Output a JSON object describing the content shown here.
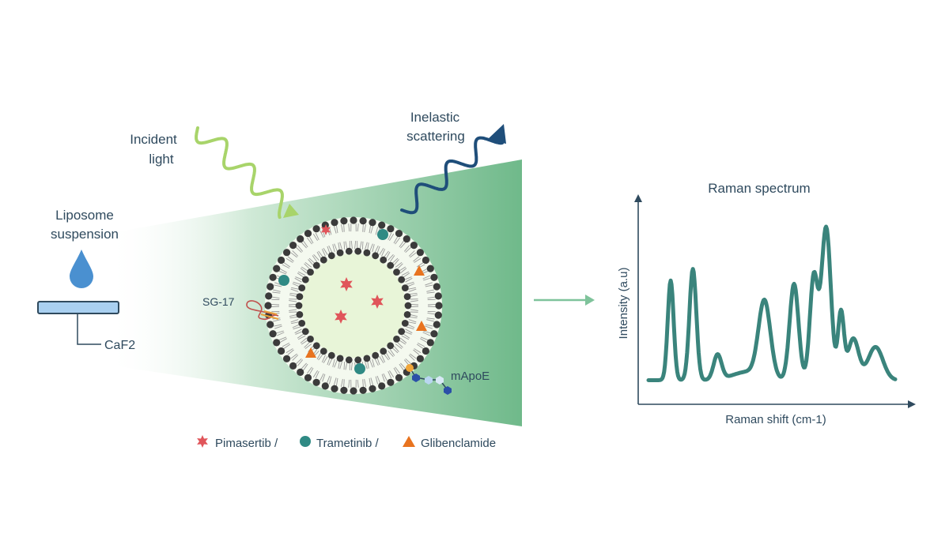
{
  "labels": {
    "incident_light": [
      "Incident",
      "light"
    ],
    "inelastic_scattering": [
      "Inelastic",
      "scattering"
    ],
    "liposome_suspension": [
      "Liposome",
      "suspension"
    ],
    "substrate": "CaF2",
    "aptamer": "SG-17",
    "peptide": "mApoE"
  },
  "legend": [
    {
      "shape": "star-icon",
      "label": "Pimasertib /",
      "color": "#e0555a"
    },
    {
      "shape": "circle-icon",
      "label": "Trametinib /",
      "color": "#2f8a84"
    },
    {
      "shape": "triangle-icon",
      "label": "Glibenclamide",
      "color": "#e8731f"
    }
  ],
  "spectrum": {
    "title": "Raman spectrum",
    "xlabel": "Raman shift (cm-1)",
    "ylabel": "Intensity (a.u)",
    "line_color": "#3a847c"
  },
  "colors": {
    "beam": "#6fb98a",
    "incident_wave": "#a8d46a",
    "scattered_wave": "#1f4e7a",
    "lipid_head": "#3b3b3b",
    "core": "#e8f5d8",
    "droplet": "#4a90d0",
    "substrate": "#a9d0f0"
  }
}
